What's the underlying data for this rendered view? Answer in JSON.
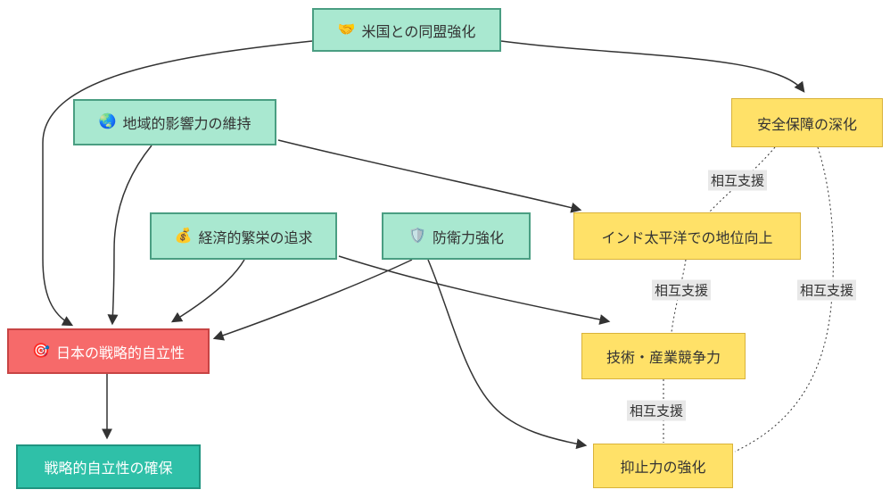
{
  "diagram": {
    "type": "flowchart",
    "nodes": {
      "alliance": {
        "icon": "🤝",
        "label": "米国との同盟強化"
      },
      "regional": {
        "icon": "🌏",
        "label": "地域的影響力の維持"
      },
      "economy": {
        "icon": "💰",
        "label": "経済的繁栄の追求"
      },
      "defense": {
        "icon": "🛡️",
        "label": "防衛力強化"
      },
      "security": {
        "label": "安全保障の深化"
      },
      "indopacific": {
        "label": "インド太平洋での地位向上"
      },
      "tech": {
        "label": "技術・産業競争力"
      },
      "deterrence": {
        "label": "抑止力の強化"
      },
      "autonomy": {
        "icon": "🎯",
        "label": "日本の戦略的自立性"
      },
      "secure_autonomy": {
        "label": "戦略的自立性の確保"
      }
    },
    "edges": [
      {
        "from": "alliance",
        "to": "autonomy",
        "style": "solid-arrow"
      },
      {
        "from": "alliance",
        "to": "security",
        "style": "solid-arrow"
      },
      {
        "from": "regional",
        "to": "autonomy",
        "style": "solid-arrow"
      },
      {
        "from": "regional",
        "to": "indopacific",
        "style": "solid-arrow"
      },
      {
        "from": "economy",
        "to": "autonomy",
        "style": "solid-arrow"
      },
      {
        "from": "economy",
        "to": "tech",
        "style": "solid-arrow"
      },
      {
        "from": "defense",
        "to": "autonomy",
        "style": "solid-arrow"
      },
      {
        "from": "defense",
        "to": "deterrence",
        "style": "solid-arrow"
      },
      {
        "from": "autonomy",
        "to": "secure_autonomy",
        "style": "solid-arrow"
      },
      {
        "from": "security",
        "to": "indopacific",
        "style": "dotted",
        "label": "相互支援"
      },
      {
        "from": "indopacific",
        "to": "tech",
        "style": "dotted",
        "label": "相互支援"
      },
      {
        "from": "security",
        "to": "deterrence",
        "style": "dotted",
        "label": "相互支援"
      },
      {
        "from": "tech",
        "to": "deterrence",
        "style": "dotted",
        "label": "相互支援"
      }
    ],
    "colors": {
      "green_fill": "#a9e8d0",
      "green_border": "#4a9e82",
      "yellow_fill": "#ffe168",
      "yellow_border": "#d9b23a",
      "red_fill": "#f66a6a",
      "red_border": "#c74444",
      "teal_fill": "#2fc0a8",
      "teal_border": "#1f9480",
      "edge_stroke": "#333333",
      "edge_label_bg": "#e8e8e8"
    }
  }
}
